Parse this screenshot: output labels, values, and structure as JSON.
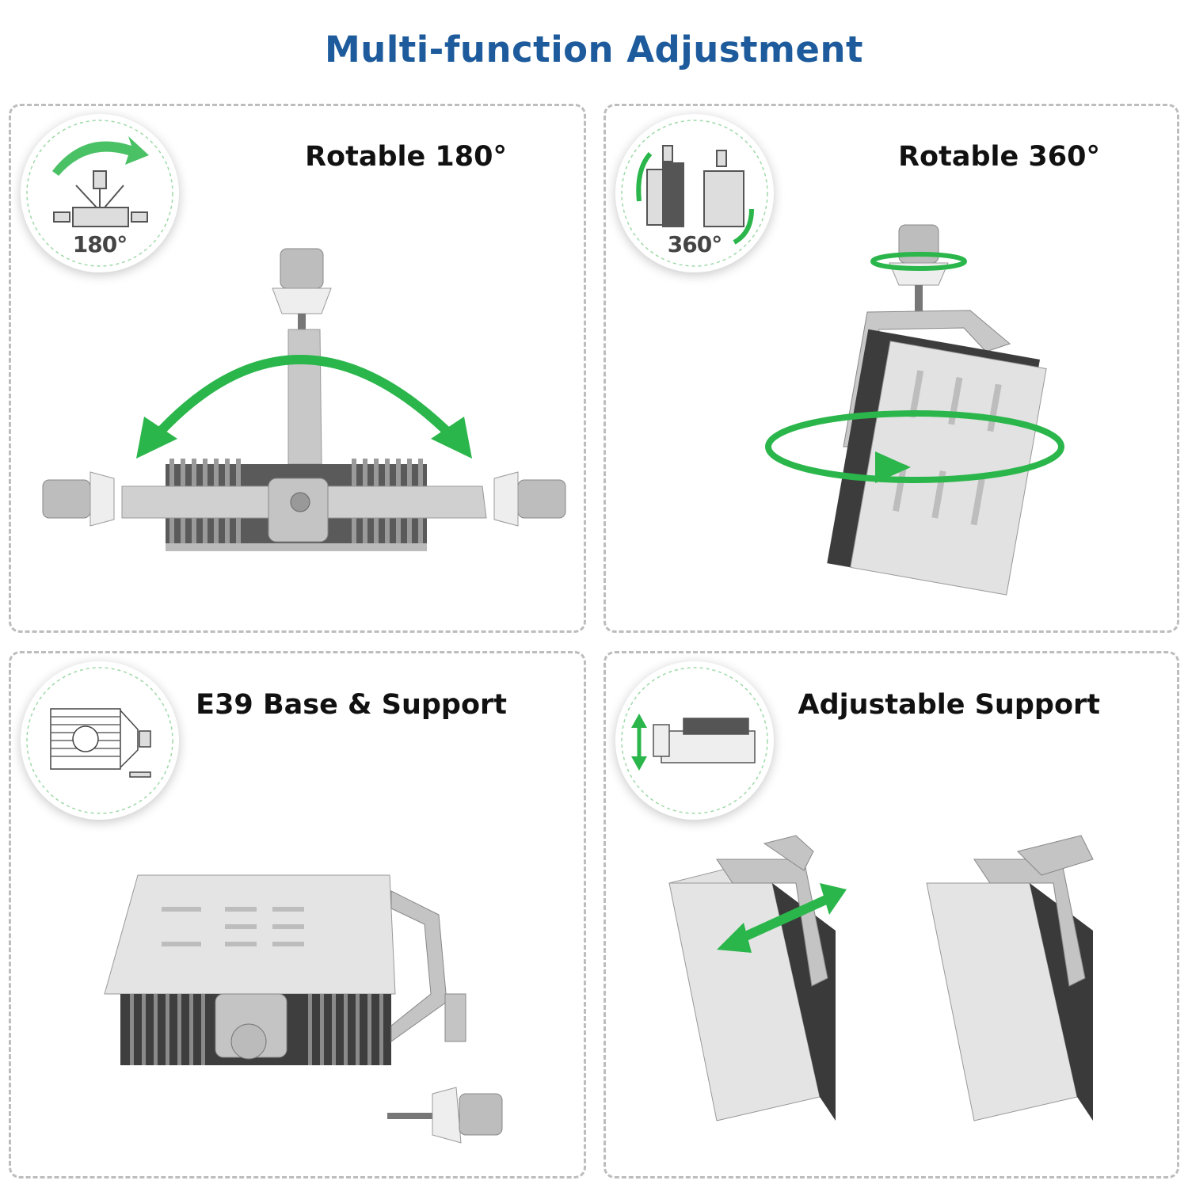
{
  "title": "Multi-function Adjustment",
  "colors": {
    "title": "#1d5b9c",
    "accent_green": "#2bb64b",
    "panel_border": "#bdbdbd",
    "metal": "#c9c9c9",
    "dark_fin": "#3a3a3a"
  },
  "panels": [
    {
      "title": "Rotable 180°",
      "badge_label": "180°",
      "icon": "rotate-180-icon"
    },
    {
      "title": "Rotable 360°",
      "badge_label": "360°",
      "icon": "rotate-360-icon"
    },
    {
      "title": "E39 Base & Support",
      "badge_label": "",
      "icon": "base-support-icon"
    },
    {
      "title": "Adjustable Support",
      "badge_label": "",
      "icon": "adjust-arrow-icon"
    }
  ]
}
